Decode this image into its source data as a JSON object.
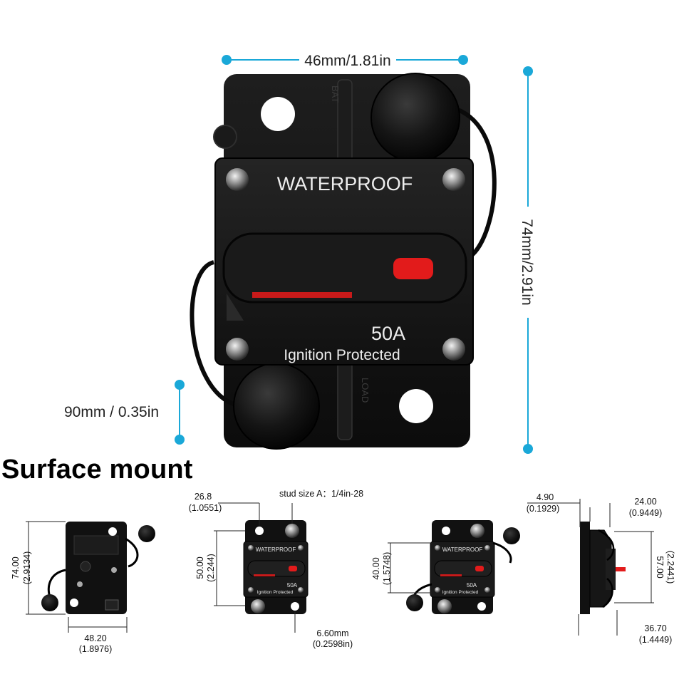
{
  "main_product": {
    "top_label": "WATERPROOF",
    "rating": "50A",
    "protection": "Ignition Protected",
    "terminal_label_top": "BAT",
    "terminal_label_bottom": "LOAD"
  },
  "dimensions": {
    "width": "46mm/1.81in",
    "height": "74mm/2.91in",
    "depth": "90mm / 0.35in"
  },
  "section_title": "Surface mount",
  "view_back": {
    "height_mm": "74.00",
    "height_in": "(2.9134)",
    "width_mm": "48.20",
    "width_in": "(1.8976)"
  },
  "view_front": {
    "offset_mm": "26.8",
    "offset_in": "(1.0551)",
    "stud": "stud size A：1/4in-28",
    "spacing_mm": "50.00",
    "spacing_in": "(2.244)",
    "hole_mm": "6.60mm",
    "hole_in": "(0.2598in)",
    "label_top": "WATERPROOF",
    "label_rating": "50A",
    "label_prot": "Ignition Protected"
  },
  "view_front2": {
    "spacing_mm": "40.00",
    "spacing_in": "(1.5748)",
    "label_top": "WATERPROOF",
    "label_rating": "50A",
    "label_prot": "Ignition Protected"
  },
  "view_side": {
    "flange_mm": "4.90",
    "flange_in": "(0.1929)",
    "depth_mm": "24.00",
    "depth_in": "(0.9449)",
    "height_mm": "57.00",
    "height_in": "(2.2441)",
    "body_mm": "36.70",
    "body_in": "(1.4449)"
  },
  "colors": {
    "accent_dim": "#1aa8d8",
    "body": "#141414",
    "button_red": "#e21b1b"
  }
}
